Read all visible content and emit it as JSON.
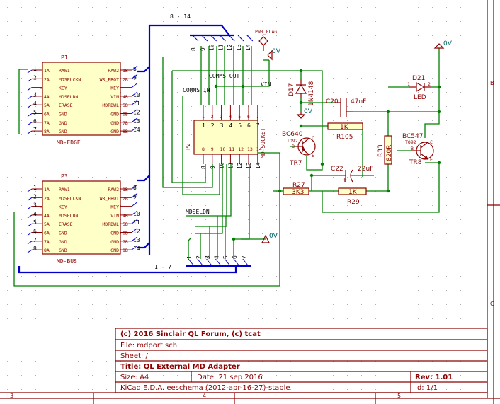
{
  "title_block": {
    "copyright": "(c) 2016 Sinclair QL Forum, (c) tcat",
    "file": "File: mdport.sch",
    "sheet": "Sheet: /",
    "title": "Title: QL External MD Adapter",
    "size": "Size: A4",
    "date": "Date: 21 sep 2016",
    "rev": "Rev: 1.01",
    "tool": "KiCad E.D.A.  eeschema (2012-apr-16-27)-stable",
    "id": "Id: 1/1"
  },
  "border": {
    "rows": [
      "B",
      "C"
    ],
    "cols": [
      "3",
      "4",
      "5"
    ]
  },
  "connectors": {
    "p1": {
      "ref": "P1",
      "value": "MD-EDGE",
      "left_pins": [
        {
          "num": "1A",
          "name": "RAW1",
          "ext": "1"
        },
        {
          "num": "2A",
          "name": "MDSELCKN",
          "ext": "2"
        },
        {
          "num": "",
          "name": "KEY",
          "ext": ""
        },
        {
          "num": "4A",
          "name": "MDSELDN",
          "ext": "3"
        },
        {
          "num": "5A",
          "name": "ERASE",
          "ext": "4"
        },
        {
          "num": "6A",
          "name": "GND",
          "ext": "5"
        },
        {
          "num": "7A",
          "name": "GND",
          "ext": "6"
        },
        {
          "num": "8A",
          "name": "GND",
          "ext": "7"
        }
      ],
      "right_pins": [
        {
          "num": "1B",
          "name": "RAW2",
          "ext": "8"
        },
        {
          "num": "2B",
          "name": "WR_PROT",
          "ext": "9"
        },
        {
          "num": "",
          "name": "KEY",
          "ext": ""
        },
        {
          "num": "4B",
          "name": "VIN",
          "ext": "10"
        },
        {
          "num": "5B",
          "name": "MDRDWL",
          "ext": "11"
        },
        {
          "num": "6B",
          "name": "GND",
          "ext": "12"
        },
        {
          "num": "7B",
          "name": "GND",
          "ext": "13"
        },
        {
          "num": "8B",
          "name": "GND",
          "ext": "14"
        }
      ]
    },
    "p3": {
      "ref": "P3",
      "value": "MD-BUS",
      "left_pins": [
        {
          "num": "1A",
          "name": "RAW1",
          "ext": "1"
        },
        {
          "num": "2A",
          "name": "MDSELCKN",
          "ext": "2"
        },
        {
          "num": "",
          "name": "KEY",
          "ext": "3"
        },
        {
          "num": "4A",
          "name": "MDSELDN",
          "ext": "4"
        },
        {
          "num": "5A",
          "name": "ERASE",
          "ext": "5"
        },
        {
          "num": "6A",
          "name": "GND",
          "ext": "6"
        },
        {
          "num": "7A",
          "name": "GND",
          "ext": "7"
        },
        {
          "num": "8A",
          "name": "GND",
          "ext": "8"
        }
      ],
      "right_pins": [
        {
          "num": "1B",
          "name": "RAW2",
          "ext": "8"
        },
        {
          "num": "2B",
          "name": "WR_PROT",
          "ext": "9"
        },
        {
          "num": "",
          "name": "KEY",
          "ext": ""
        },
        {
          "num": "4B",
          "name": "VIN",
          "ext": "10"
        },
        {
          "num": "5B",
          "name": "MDRDWL",
          "ext": "11"
        },
        {
          "num": "6B",
          "name": "GND",
          "ext": "12"
        },
        {
          "num": "7B",
          "name": "GND",
          "ext": "13"
        },
        {
          "num": "8B",
          "name": "GND",
          "ext": "14"
        }
      ]
    },
    "p2": {
      "ref": "P2",
      "value": "MD-SOCKET",
      "top_pins": [
        "1",
        "2",
        "3",
        "4",
        "5",
        "6",
        "7"
      ],
      "bottom_pins": [
        "8",
        "9",
        "10",
        "11",
        "12",
        "13",
        "14"
      ],
      "top_ext": [
        "1",
        "2",
        "3",
        "4",
        "5",
        "6",
        "7"
      ],
      "bottom_ext": [
        "8",
        "9",
        "10",
        "11",
        "12",
        "13",
        "14"
      ]
    }
  },
  "bus_labels": {
    "upper": "8 - 14",
    "lower": "1 - 7",
    "upper_entries": [
      "8",
      "9",
      "10",
      "11",
      "12",
      "13",
      "14"
    ],
    "lower_entries": [
      "1",
      "2",
      "3",
      "4",
      "5",
      "6",
      "7"
    ]
  },
  "net_labels": {
    "comms_out": "COMMS OUT",
    "comms_in": "COMMS IN",
    "vin": "VIN",
    "mdseldn": "MDSELDN",
    "pwr_flag": "PWR_FLAG"
  },
  "power": {
    "label": "0V"
  },
  "components": {
    "d17": {
      "ref": "D17",
      "value": "1N4148"
    },
    "d21": {
      "ref": "D21",
      "value": "LED",
      "pin1": "1",
      "pin2": "2"
    },
    "c20": {
      "ref": "C20",
      "value": "47nF"
    },
    "c22": {
      "ref": "C22",
      "value": "22uF",
      "polarity": "+"
    },
    "r105": {
      "ref": "R105",
      "value": "1K"
    },
    "r27": {
      "ref": "R27",
      "value": "3K3"
    },
    "r29": {
      "ref": "R29",
      "value": "1K"
    },
    "r33": {
      "ref": "R33",
      "value": "820R"
    },
    "tr7": {
      "ref": "TR7",
      "value": "BC640",
      "pkg": "TO92",
      "b": "B",
      "c": "C",
      "e": "E"
    },
    "tr8": {
      "ref": "TR8",
      "value": "BC547",
      "pkg": "TO92",
      "b": "B",
      "c": "C",
      "e": "E"
    }
  }
}
